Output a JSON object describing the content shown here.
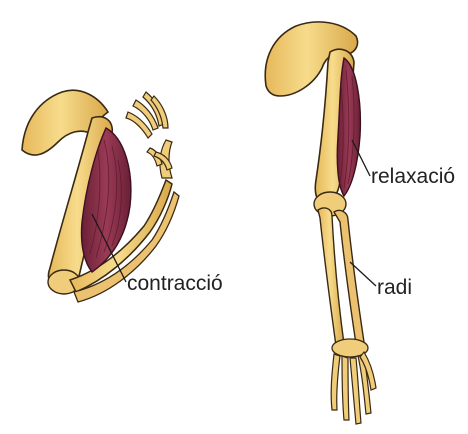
{
  "labels": {
    "contraction": "contracció",
    "relaxation": "relaxació",
    "radius": "radi"
  },
  "colors": {
    "bone_fill": "#f3cf76",
    "bone_shade": "#d9a84a",
    "bone_outline": "#3a2a14",
    "muscle_fill": "#8a3048",
    "muscle_stripe": "#5e1a2c",
    "leader_line": "#1a1a1a"
  }
}
